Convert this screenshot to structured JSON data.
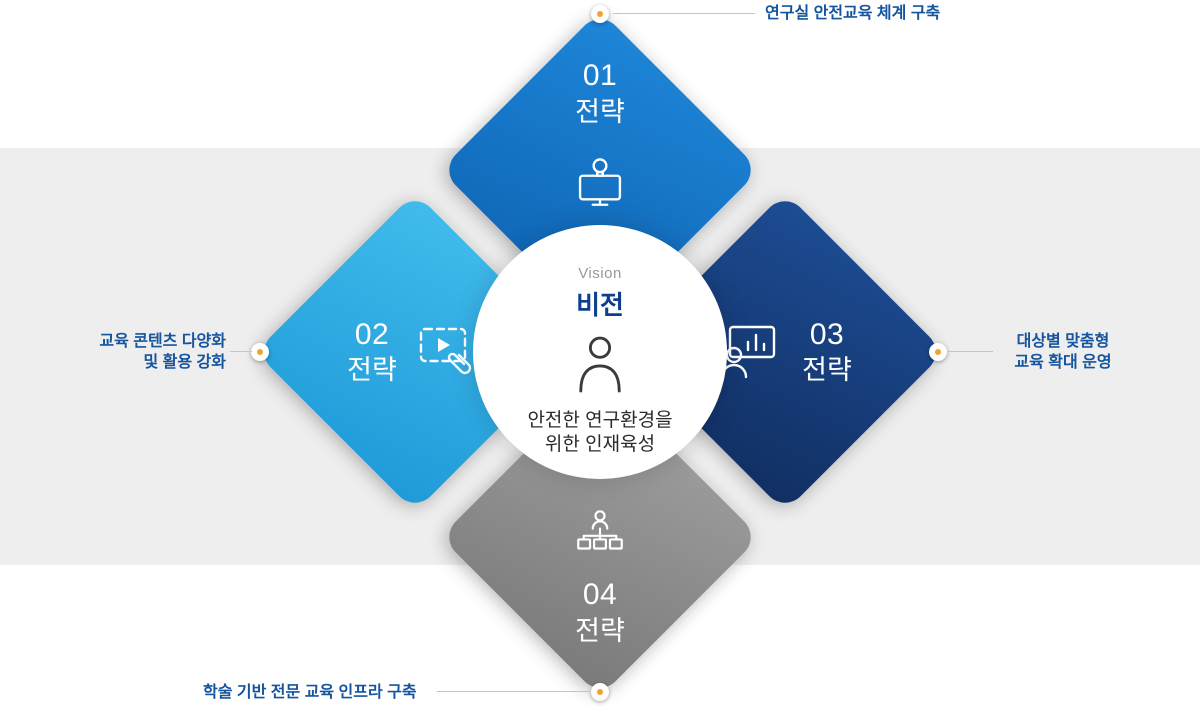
{
  "vision": {
    "label_en": "Vision",
    "label_ko": "비전",
    "description_lines": [
      "안전한 연구환경을",
      "위한 인재육성"
    ]
  },
  "strategies": [
    {
      "number": "01",
      "label": "전략",
      "icon": "monitor-lightbulb-icon",
      "color_from": "#1e86d8",
      "color_to": "#0f64b4",
      "callout_lines": [
        "연구실 안전교육 체계 구축"
      ]
    },
    {
      "number": "02",
      "label": "전략",
      "icon": "video-clip-icon",
      "color_from": "#41bcec",
      "color_to": "#1f9ad8",
      "callout_lines": [
        "교육 콘텐츠 다양화",
        "및 활용 강화"
      ]
    },
    {
      "number": "03",
      "label": "전략",
      "icon": "person-chart-icon",
      "color_from": "#1d4d94",
      "color_to": "#112e62",
      "callout_lines": [
        "대상별 맞춤형",
        "교육 확대 운영"
      ]
    },
    {
      "number": "04",
      "label": "전략",
      "icon": "org-chart-person-icon",
      "color_from": "#a0a0a0",
      "color_to": "#7a7a7a",
      "callout_lines": [
        "학술 기반 전문 교육 인프라 구축"
      ]
    }
  ],
  "accent": {
    "dot_color": "#f0a32f",
    "callout_text_color": "#15549e",
    "band_color": "#eeeeee"
  }
}
